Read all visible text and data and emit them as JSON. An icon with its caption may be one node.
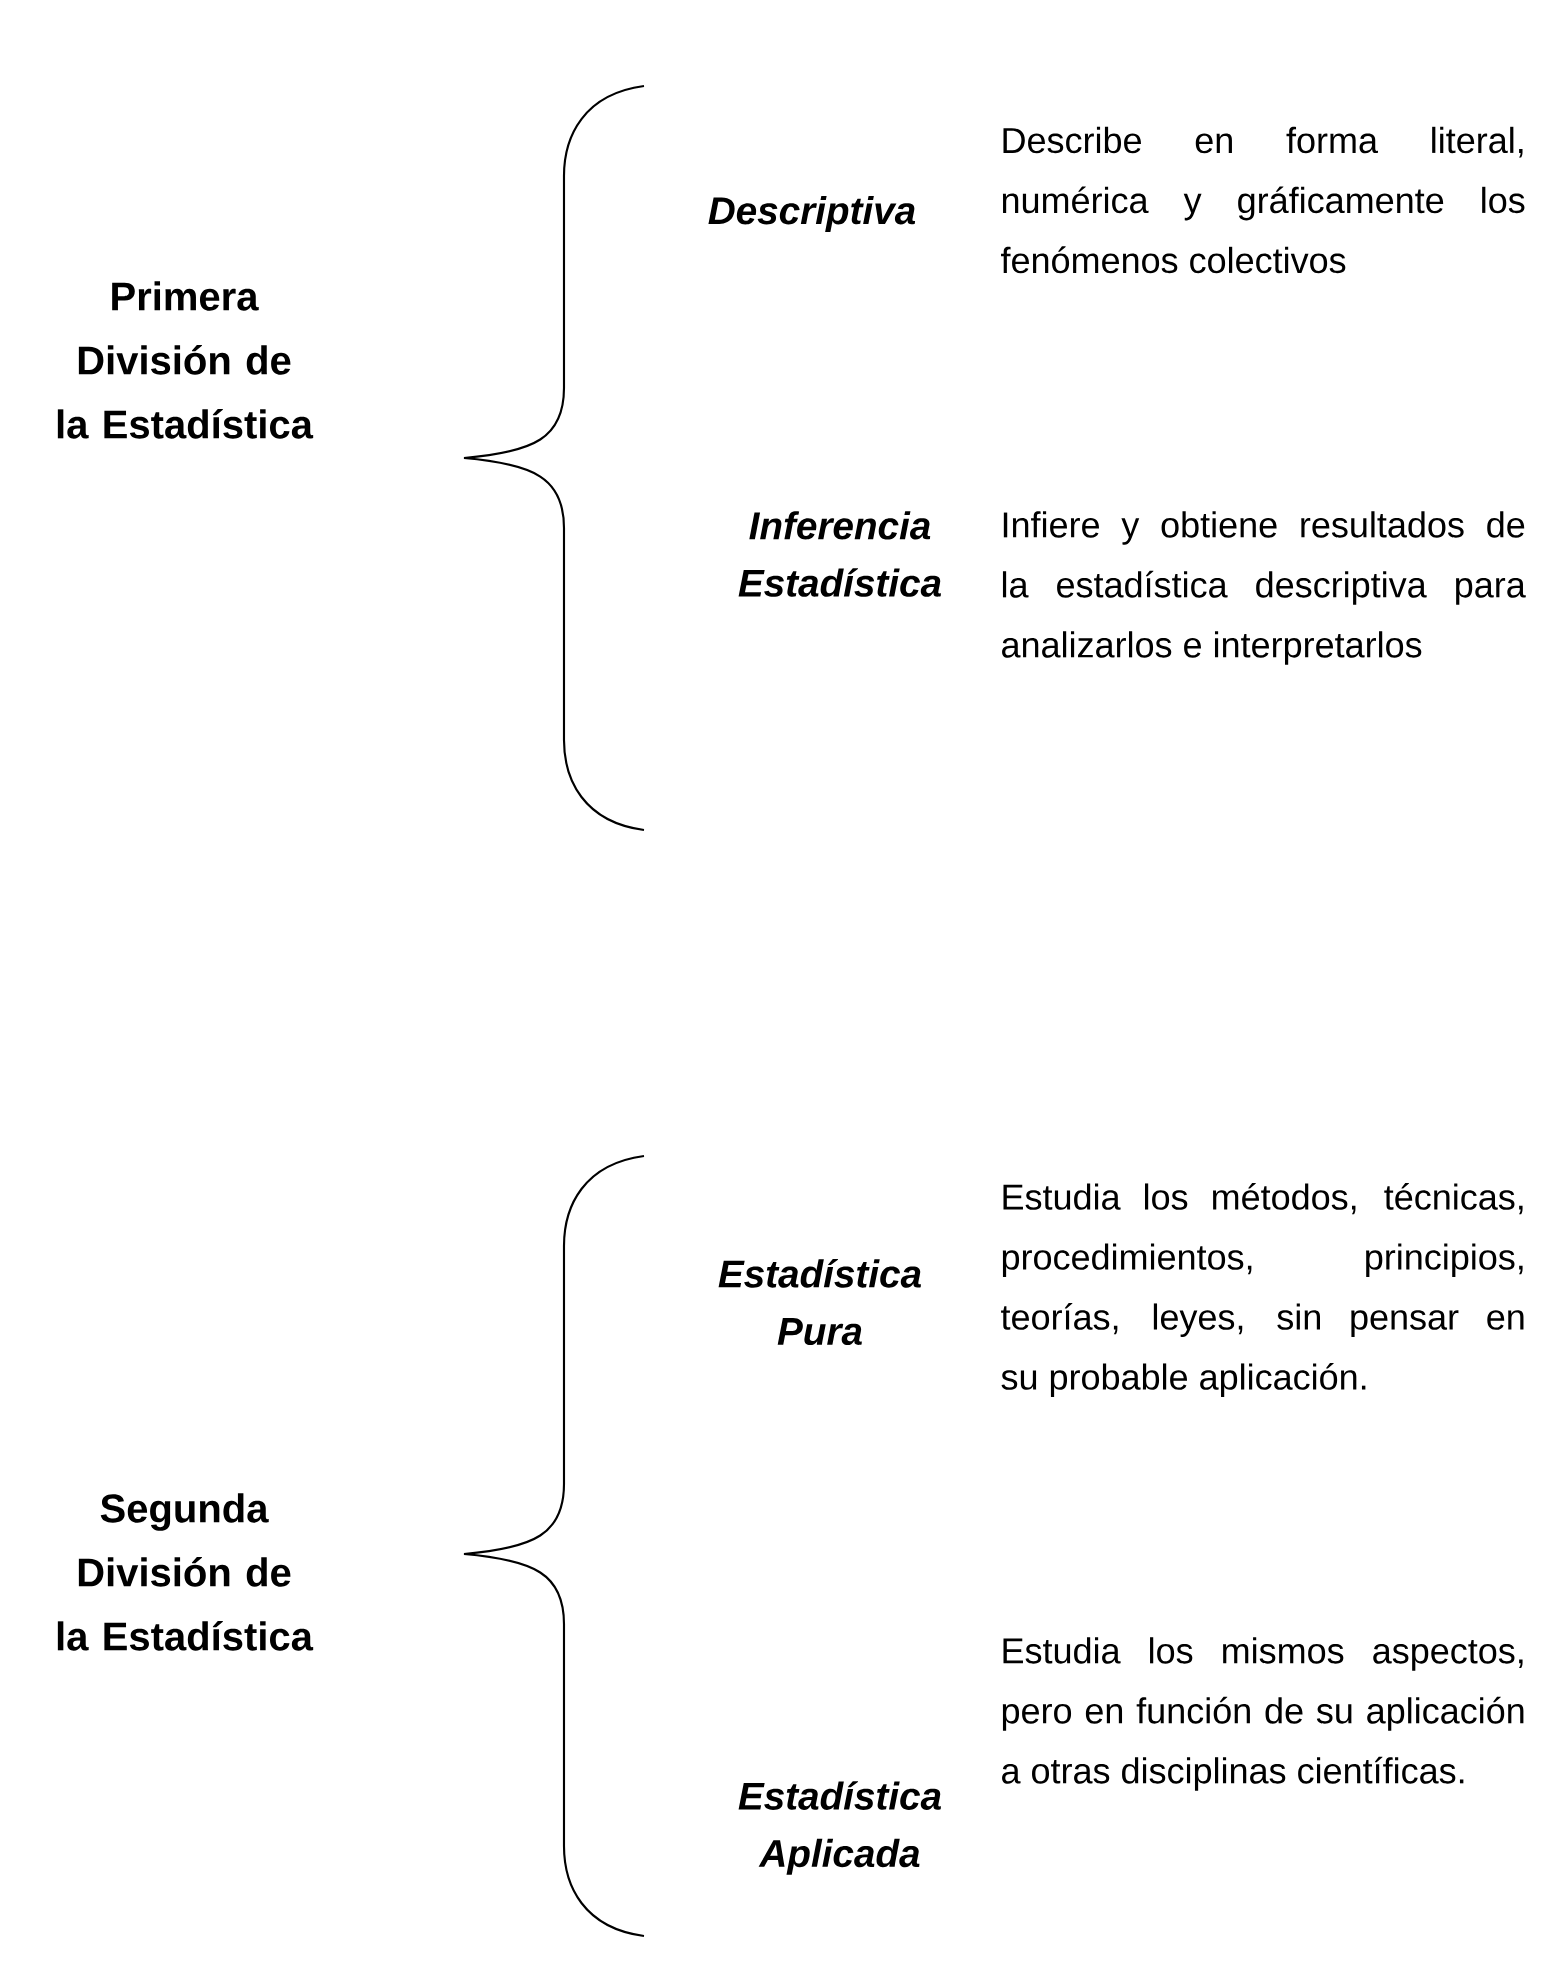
{
  "diagram": {
    "nodes": [
      {
        "text": [
          "Primera División de la Estadística"
        ]
      },
      {
        "text": [
          "Descriptiva"
        ],
        "beside": [
          "Describe en forma literal, numérica y gráficamente los fenómenos colectivos"
        ]
      },
      {
        "text": [
          "Inferencia Estadística"
        ],
        "beside": [
          "Infiere y obtiene resultados de la estadística descriptiva para analizarlos e interpretarlos"
        ]
      },
      {
        "text": [
          "Segunda División de la Estadística"
        ]
      },
      {
        "text": [
          "Estadística Pura"
        ],
        "beside": [
          "Estudia los métodos, técnicas, procedimientos, principios, teorías, leyes, sin pensar en su probable aplicación."
        ]
      },
      {
        "text": [
          "Estadística Aplicada"
        ],
        "beside": [
          "Estudia los mismos aspectos, pero en función de su aplicación a otras disciplinas científicas."
        ]
      }
    ]
  }
}
